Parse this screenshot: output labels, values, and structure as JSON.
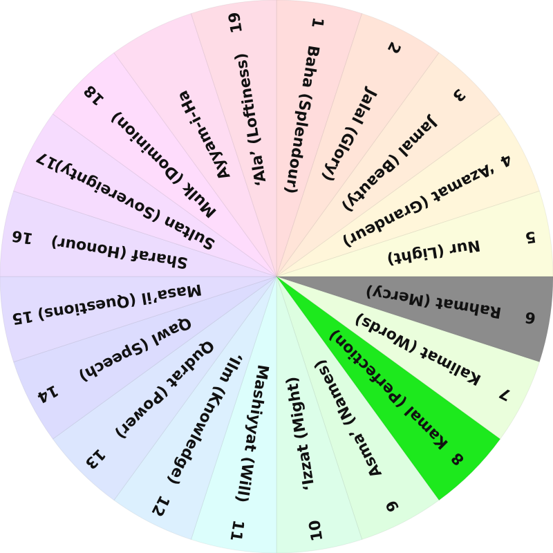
{
  "months": [
    {
      "number": "1",
      "name": "Baha (Splendour)",
      "color": "#ffdcdc"
    },
    {
      "number": "2",
      "name": "Jalal (Glory)",
      "color": "#ffe4d8"
    },
    {
      "number": "3",
      "name": "Jamal (Beauty)",
      "color": "#ffecd9"
    },
    {
      "number": "4",
      "name": "‘Azamat (Grandeur)",
      "color": "#fff6da"
    },
    {
      "number": "5",
      "name": "Nur (Light)",
      "color": "#fbfcdc"
    },
    {
      "number": "6",
      "name": "Rahmat (Mercy)",
      "color": "#8c8c8c"
    },
    {
      "number": "7",
      "name": "Kalimat (Words)",
      "color": "#eafedc"
    },
    {
      "number": "8",
      "name": "Kamal (Perfection)",
      "color": "#1de91d"
    },
    {
      "number": "9",
      "name": "Asma’ (Names)",
      "color": "#ddfee0"
    },
    {
      "number": "10",
      "name": "‘Izzat (Might)",
      "color": "#dcfee9"
    },
    {
      "number": "11",
      "name": "Mashiyyat (Will)",
      "color": "#dcfefc"
    },
    {
      "number": "12",
      "name": "‘Ilm (Knowledge)",
      "color": "#dcf0fe"
    },
    {
      "number": "13",
      "name": "Qudrat (Power)",
      "color": "#dce6fe"
    },
    {
      "number": "14",
      "name": "Qawl (Speech)",
      "color": "#dcdcfe"
    },
    {
      "number": "15",
      "name": "Masa’il (Questions)",
      "color": "#e2dcfe"
    },
    {
      "number": "16",
      "name": "Sharaf (Honour)",
      "color": "#ecdcfe"
    },
    {
      "number": "17",
      "name": "Sultan (Sovereignty)",
      "color": "#f6dcfe"
    },
    {
      "number": "18",
      "name": "Mulk (Dominion)",
      "color": "#fedcfc"
    },
    {
      "number": "",
      "name": "Ayyam-i-Ha",
      "color": "#fedcf2"
    },
    {
      "number": "19",
      "name": "‘Ala’ (Loftiness)",
      "color": "#fedce6"
    }
  ]
}
